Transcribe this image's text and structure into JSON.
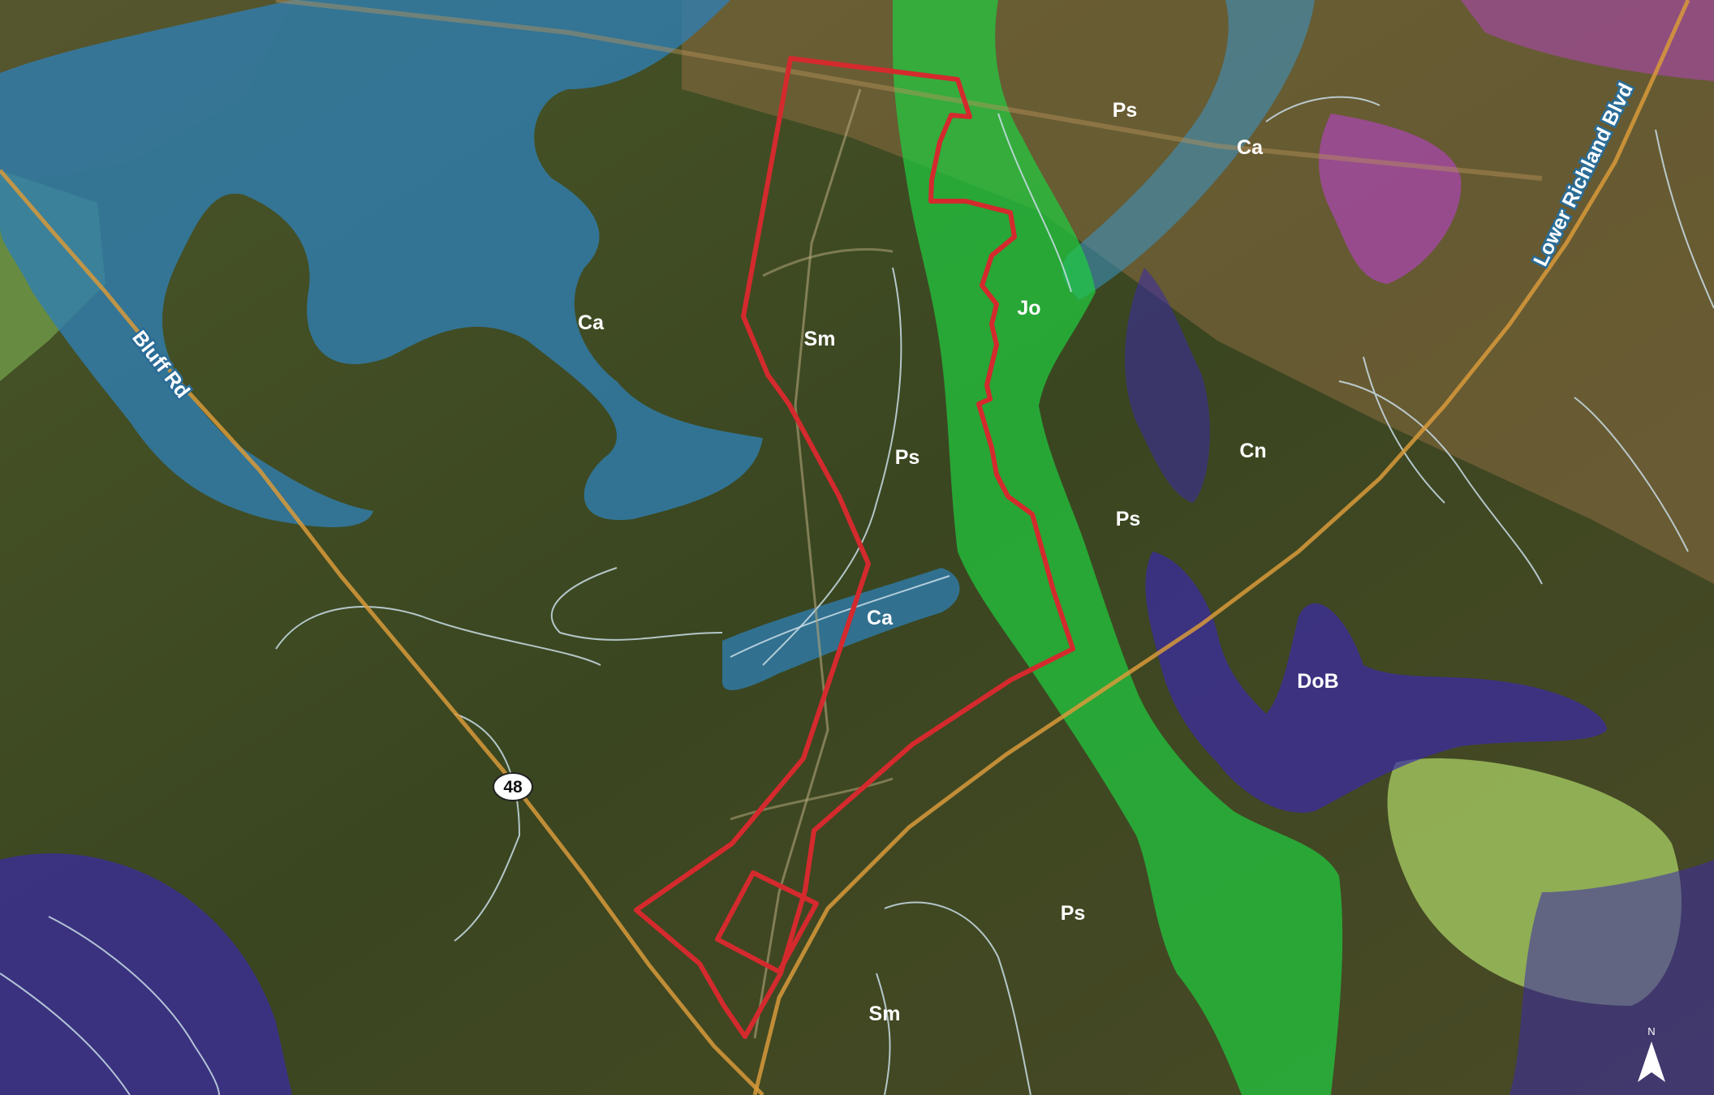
{
  "soil_units": {
    "ps_top": "Ps",
    "ca_ne": "Ca",
    "ca_west": "Ca",
    "sm_parcel": "Sm",
    "jo": "Jo",
    "ps_mid": "Ps",
    "cn": "Cn",
    "ps_east": "Ps",
    "ca_center": "Ca",
    "dob": "DoB",
    "ps_south": "Ps",
    "sm_south": "Sm"
  },
  "roads": {
    "bluff_rd": "Bluff Rd",
    "lower_richland": "Lower Richland Blvd",
    "route_shield": "48"
  },
  "north_arrow": {
    "label": "N"
  },
  "colors": {
    "forest": "#3e4a22",
    "boundary": "#d42a2e",
    "unit_ca": "#2f7fb4",
    "unit_jo": "#1fcf40",
    "unit_dob": "#3a2aa8",
    "unit_pink": "#c040d8",
    "road": "#d89a3a"
  }
}
